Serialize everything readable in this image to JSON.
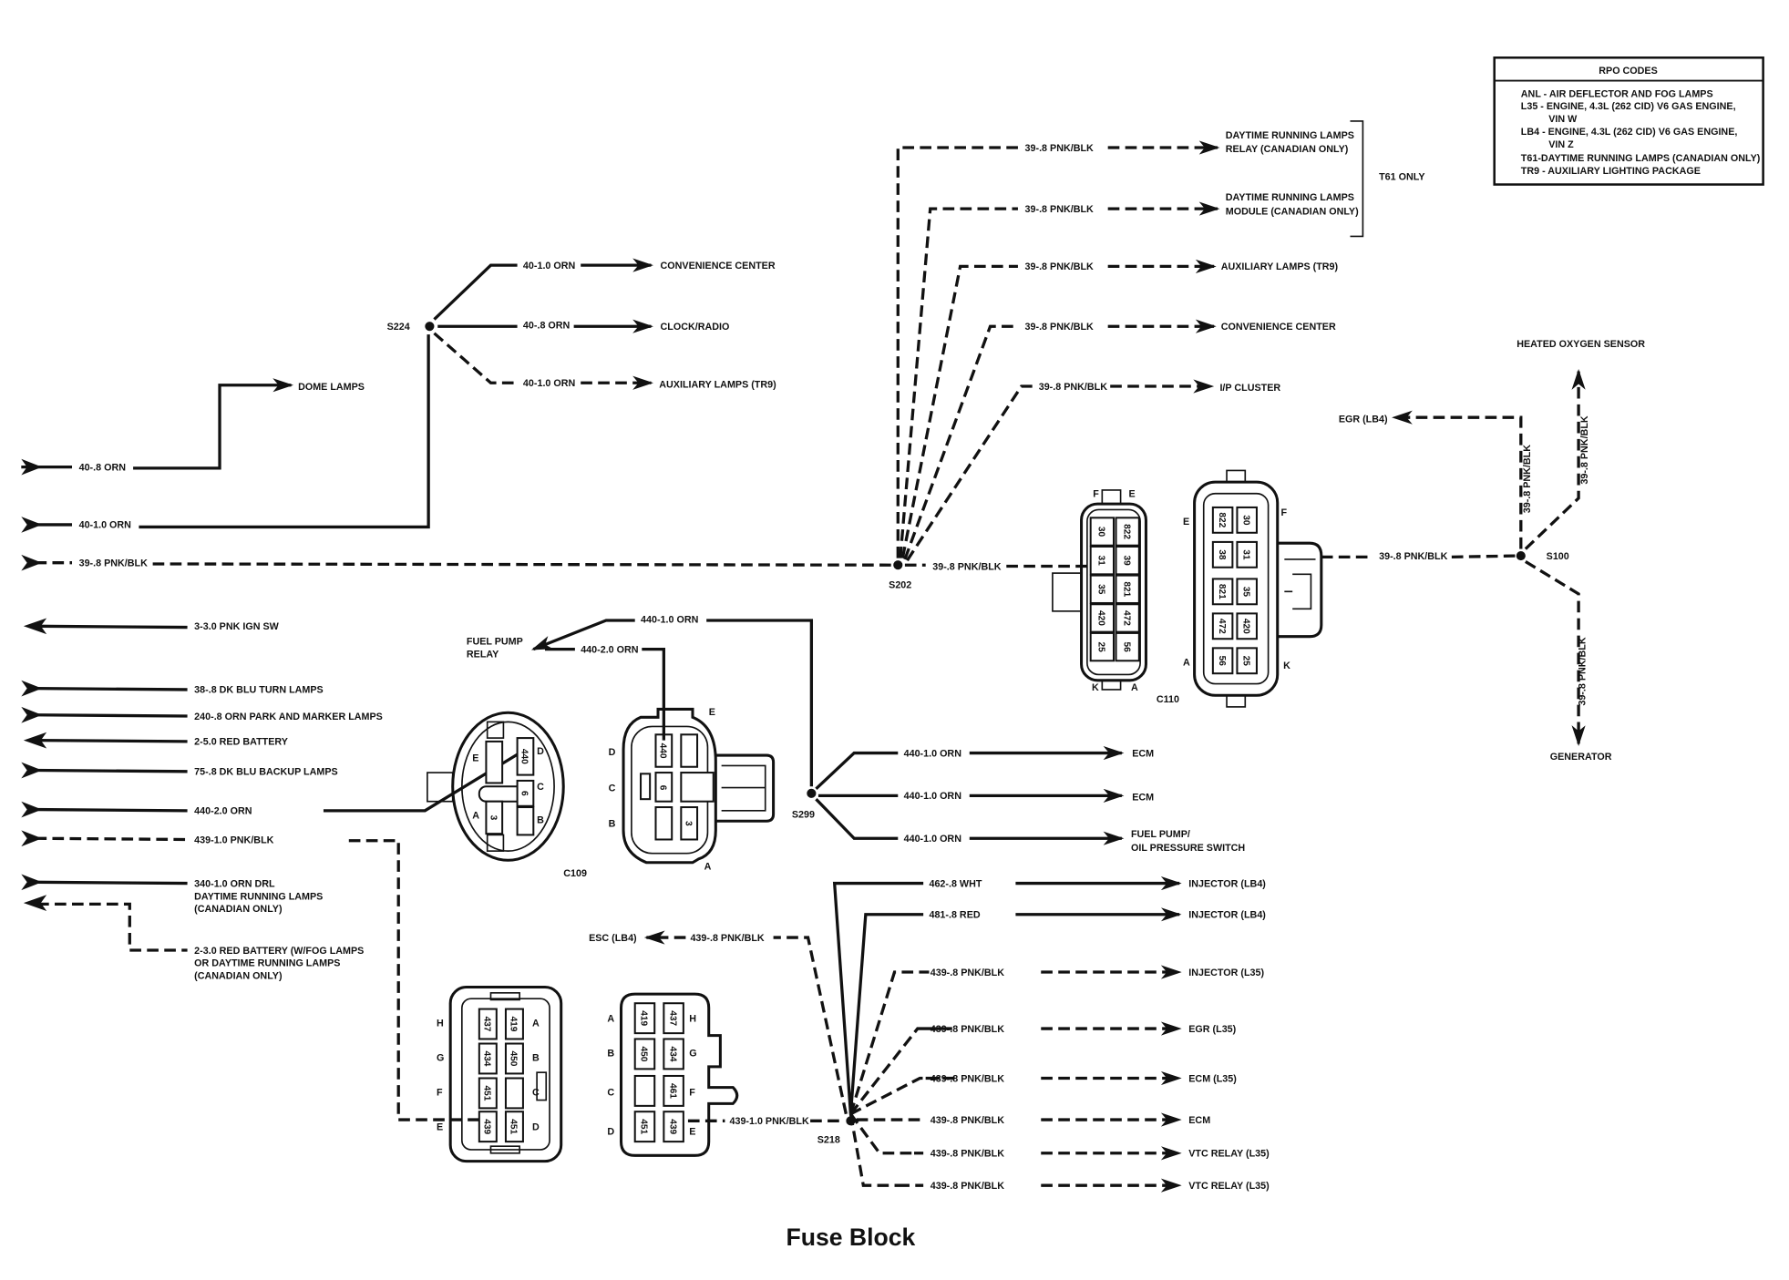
{
  "title": "Fuse Block",
  "rpo": {
    "header": "RPO CODES",
    "lines": [
      "ANL - AIR DEFLECTOR AND FOG LAMPS",
      "L35 - ENGINE, 4.3L (262 CID) V6 GAS ENGINE,",
      "VIN W",
      "LB4 - ENGINE, 4.3L (262 CID) V6 GAS ENGINE,",
      "VIN Z",
      "T61-DAYTIME RUNNING LAMPS (CANADIAN ONLY)",
      "TR9 - AUXILIARY LIGHTING PACKAGE"
    ]
  },
  "left_wires": [
    {
      "label": "40-.8 ORN"
    },
    {
      "label": "40-1.0 ORN"
    },
    {
      "label": "39-.8 PNK/BLK"
    },
    {
      "label": "3-3.0 PNK  IGN SW"
    },
    {
      "label": "38-.8 DK BLU  TURN LAMPS"
    },
    {
      "label": "240-.8 ORN  PARK AND MARKER LAMPS"
    },
    {
      "label": "2-5.0 RED  BATTERY"
    },
    {
      "label": "75-.8 DK BLU  BACKUP LAMPS"
    },
    {
      "label": "440-2.0 ORN"
    },
    {
      "label": "439-1.0 PNK/BLK"
    },
    {
      "lines": [
        "340-1.0 ORN  DRL",
        "DAYTIME RUNNING LAMPS",
        "(CANADIAN ONLY)"
      ]
    },
    {
      "lines": [
        "2-3.0 RED BATTERY (W/FOG LAMPS",
        "OR DAYTIME RUNNING LAMPS",
        "(CANADIAN ONLY)"
      ]
    }
  ],
  "dome_lamps": "DOME LAMPS",
  "s224": {
    "label": "S224",
    "branches": [
      {
        "wire": "40-1.0 ORN",
        "dest": "CONVENIENCE CENTER"
      },
      {
        "wire": "40-.8 ORN",
        "dest": "CLOCK/RADIO"
      },
      {
        "wire": "40-1.0 ORN",
        "dest": "AUXILIARY LAMPS (TR9)"
      }
    ]
  },
  "s202": {
    "label": "S202",
    "out_wire": "39-.8 PNK/BLK",
    "branches": [
      {
        "wire": "39-.8 PNK/BLK",
        "dest": [
          "DAYTIME RUNNING LAMPS",
          "RELAY (CANADIAN ONLY)"
        ]
      },
      {
        "wire": "39-.8 PNK/BLK",
        "dest": [
          "DAYTIME RUNNING LAMPS",
          "MODULE (CANADIAN ONLY)"
        ]
      },
      {
        "wire": "39-.8 PNK/BLK",
        "dest": [
          "AUXILIARY LAMPS (TR9)"
        ]
      },
      {
        "wire": "39-.8 PNK/BLK",
        "dest": [
          "CONVENIENCE CENTER"
        ]
      },
      {
        "wire": "39-.8 PNK/BLK",
        "dest": [
          "I/P CLUSTER"
        ]
      }
    ],
    "bracket_note": "T61 ONLY"
  },
  "c110": {
    "label": "C110",
    "left": {
      "letters": [
        "F",
        "E",
        "K",
        "A"
      ],
      "pins": [
        [
          "30",
          "822"
        ],
        [
          "31",
          "39"
        ],
        [
          "35",
          "821"
        ],
        [
          "420",
          "472"
        ],
        [
          "25",
          "56"
        ]
      ]
    },
    "right": {
      "letters": [
        "E",
        "F",
        "A",
        "K"
      ],
      "pins": [
        [
          "822",
          "30"
        ],
        [
          "38",
          "31"
        ],
        [
          "821",
          "35"
        ],
        [
          "472",
          "420"
        ],
        [
          "56",
          "25"
        ]
      ]
    }
  },
  "s100": {
    "label": "S100",
    "in_wire": "39-.8 PNK/BLK",
    "egr": {
      "wire": "39-.8 PNK/BLK",
      "dest": "EGR (LB4)"
    },
    "o2": {
      "wire": "39-.8 PNK/BLK",
      "dest": "HEATED OXYGEN SENSOR"
    },
    "gen": {
      "wire": "39-.8 PNK/BLK",
      "dest": "GENERATOR"
    }
  },
  "c109": {
    "label": "C109",
    "left": {
      "letters": [
        "E",
        "D",
        "C",
        "A",
        "B"
      ],
      "pins": [
        "440",
        "6",
        "3"
      ]
    },
    "right": {
      "letters": [
        "E",
        "D",
        "C",
        "B",
        "A"
      ],
      "pins": [
        "440",
        "6",
        "3"
      ]
    }
  },
  "fuel_pump_relay": {
    "lines": [
      "FUEL PUMP",
      "RELAY"
    ],
    "wire_a": "440-1.0 ORN",
    "wire_b": "440-2.0 ORN"
  },
  "s299": {
    "label": "S299",
    "branches": [
      {
        "wire": "440-1.0 ORN",
        "dest": [
          "ECM"
        ]
      },
      {
        "wire": "440-1.0 ORN",
        "dest": [
          "ECM"
        ]
      },
      {
        "wire": "440-1.0 ORN",
        "dest": [
          "FUEL PUMP/",
          "OIL PRESSURE SWITCH"
        ]
      }
    ]
  },
  "s218": {
    "label": "S218",
    "in_wire": "439-1.0 PNK/BLK",
    "esc": {
      "wire": "439-.8 PNK/BLK",
      "dest": "ESC (LB4)"
    },
    "branches": [
      {
        "wire": "462-.8 WHT",
        "dest": "INJECTOR (LB4)",
        "dashed": false
      },
      {
        "wire": "481-.8 RED",
        "dest": "INJECTOR (LB4)",
        "dashed": false
      },
      {
        "wire": "439-.8 PNK/BLK",
        "dest": "INJECTOR (L35)",
        "dashed": true
      },
      {
        "wire": "439-.8 PNK/BLK",
        "dest": "EGR (L35)",
        "dashed": true
      },
      {
        "wire": "439-.8 PNK/BLK",
        "dest": "ECM (L35)",
        "dashed": true
      },
      {
        "wire": "439-.8 PNK/BLK",
        "dest": "ECM",
        "dashed": true
      },
      {
        "wire": "439-.8 PNK/BLK",
        "dest": "VTC RELAY (L35)",
        "dashed": true
      },
      {
        "wire": "439-.8 PNK/BLK",
        "dest": "VTC RELAY (L35)",
        "dashed": true
      }
    ]
  },
  "lower_connectors": {
    "left": {
      "letters_left": [
        "H",
        "G",
        "F",
        "E"
      ],
      "letters_right": [
        "A",
        "B",
        "C",
        "D"
      ],
      "pins": [
        [
          "437",
          "419"
        ],
        [
          "434",
          "450"
        ],
        [
          "451",
          ""
        ],
        [
          "439",
          "451"
        ]
      ]
    },
    "right": {
      "letters_left": [
        "A",
        "B",
        "C",
        "D"
      ],
      "letters_right": [
        "H",
        "G",
        "F",
        "E"
      ],
      "pins": [
        [
          "419",
          "437"
        ],
        [
          "450",
          "434"
        ],
        [
          "",
          "461"
        ],
        [
          "451",
          "439"
        ]
      ]
    }
  }
}
